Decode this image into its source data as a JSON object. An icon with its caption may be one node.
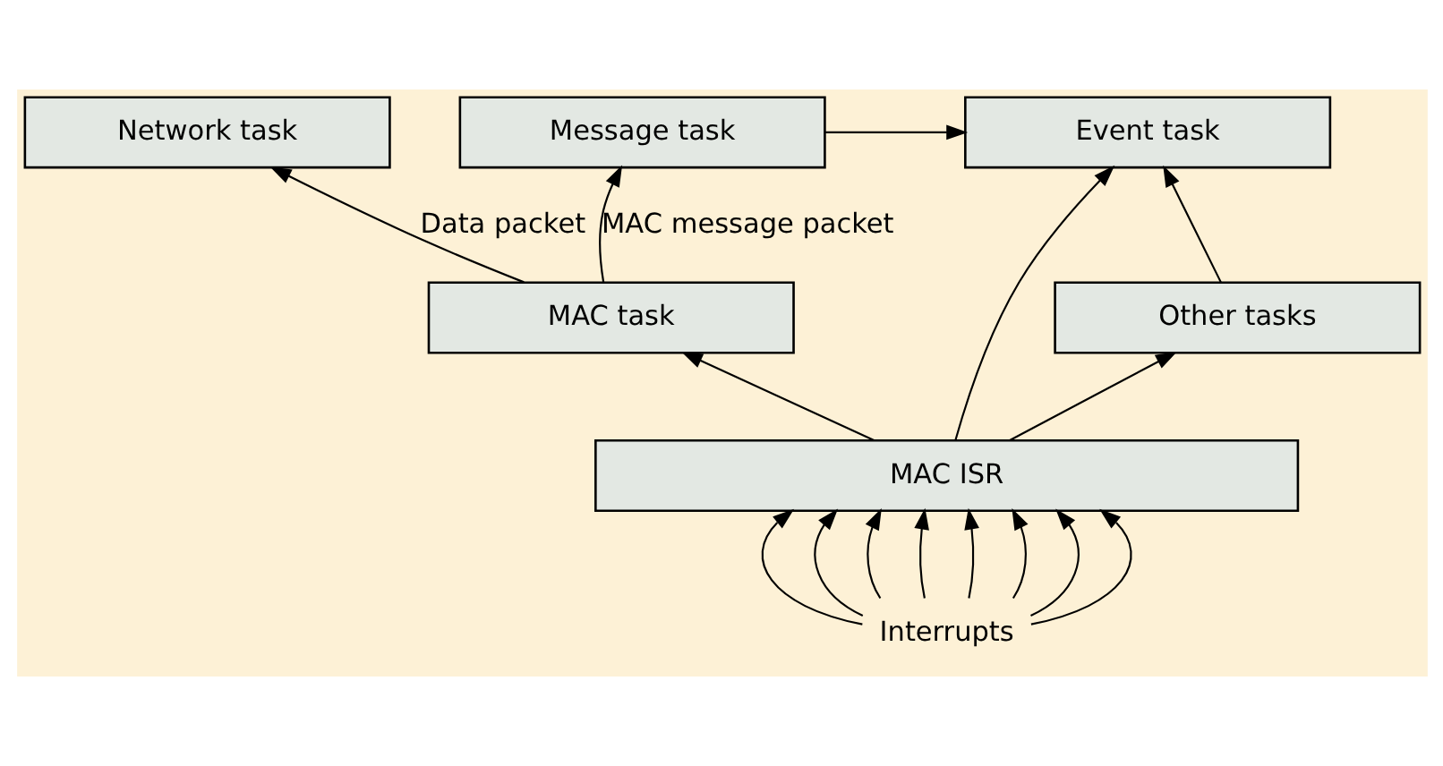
{
  "diagram": {
    "nodes": [
      {
        "text": [
          "Network task"
        ]
      },
      {
        "text": [
          "Message task"
        ]
      },
      {
        "text": [
          "Event task"
        ]
      },
      {
        "text": [
          "MAC task"
        ]
      },
      {
        "text": [
          "Other tasks"
        ]
      },
      {
        "text": [
          "MAC ISR"
        ]
      },
      {
        "text": [
          "Interrupts"
        ]
      }
    ],
    "edges": [
      {
        "from": 3,
        "to": 0,
        "arrow": "to",
        "label": "Data packet"
      },
      {
        "from": 3,
        "to": 1,
        "arrow": "to",
        "label": "MAC message packet"
      },
      {
        "from": 1,
        "to": 2,
        "arrow": "to"
      },
      {
        "from": 4,
        "to": 2,
        "arrow": "to"
      },
      {
        "from": 5,
        "to": 3,
        "arrow": "to"
      },
      {
        "from": 5,
        "to": 2,
        "arrow": "to"
      },
      {
        "from": 5,
        "to": 4,
        "arrow": "to"
      },
      {
        "from": 6,
        "to": 5,
        "arrow": "to"
      },
      {
        "from": 6,
        "to": 5,
        "arrow": "to"
      },
      {
        "from": 6,
        "to": 5,
        "arrow": "to"
      },
      {
        "from": 6,
        "to": 5,
        "arrow": "to"
      },
      {
        "from": 6,
        "to": 5,
        "arrow": "to"
      },
      {
        "from": 6,
        "to": 5,
        "arrow": "to"
      },
      {
        "from": 6,
        "to": 5,
        "arrow": "to"
      },
      {
        "from": 6,
        "to": 5,
        "arrow": "to"
      }
    ]
  }
}
